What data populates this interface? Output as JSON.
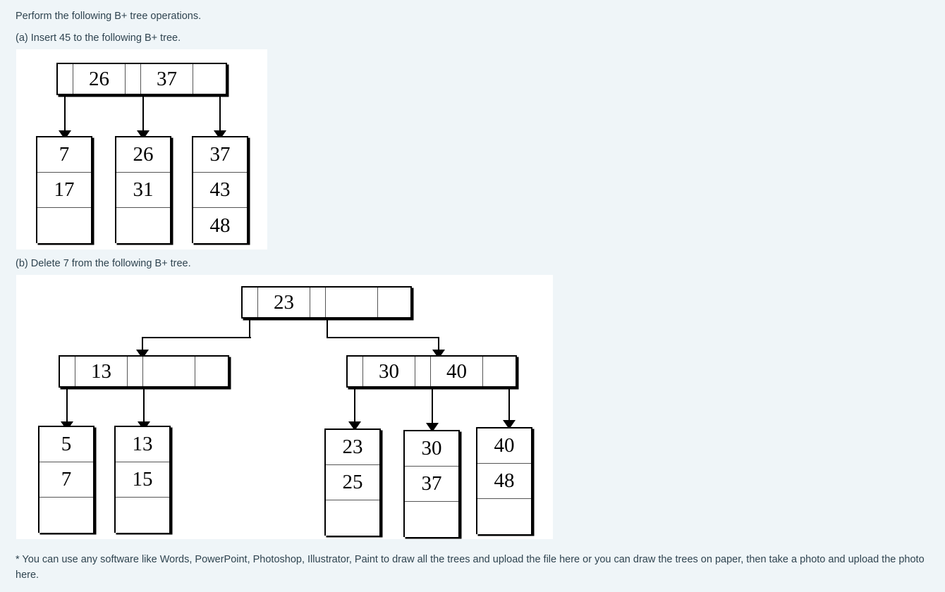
{
  "prompt": {
    "intro": "Perform the following B+ tree operations.",
    "part_a": "(a) Insert 45 to the following B+ tree.",
    "part_b": "(b) Delete 7 from the following B+ tree.",
    "footnote": "* You can use any software like Words, PowerPoint, Photoshop, Illustrator, Paint to draw all the trees and upload the file here or you can draw the trees on paper, then take a photo and upload the photo here."
  },
  "colors": {
    "page_background": "#eff5f8",
    "canvas_background": "#ffffff",
    "ink": "#000000",
    "text": "#2f4450"
  },
  "tree_a": {
    "caption": "(a) Insert 45 to the following B+ tree.",
    "root": {
      "cells": [
        "",
        "26",
        "",
        "37",
        ""
      ],
      "keys": [
        "26",
        "37"
      ]
    },
    "leaves": [
      {
        "rows": [
          "7",
          "17",
          ""
        ]
      },
      {
        "rows": [
          "26",
          "31",
          ""
        ]
      },
      {
        "rows": [
          "37",
          "43",
          "48"
        ]
      }
    ]
  },
  "tree_b": {
    "caption": "(b) Delete 7 from the following B+ tree.",
    "root": {
      "cells": [
        "",
        "23",
        "",
        "",
        ""
      ],
      "keys": [
        "23"
      ]
    },
    "internal": [
      {
        "cells": [
          "",
          "13",
          "",
          "",
          ""
        ],
        "keys": [
          "13"
        ]
      },
      {
        "cells": [
          "",
          "30",
          "",
          "40",
          ""
        ],
        "keys": [
          "30",
          "40"
        ]
      }
    ],
    "leaves_left": [
      {
        "rows": [
          "5",
          "7",
          ""
        ]
      },
      {
        "rows": [
          "13",
          "15",
          ""
        ]
      }
    ],
    "leaves_right": [
      {
        "rows": [
          "23",
          "25",
          ""
        ]
      },
      {
        "rows": [
          "30",
          "37",
          ""
        ]
      },
      {
        "rows": [
          "40",
          "48",
          ""
        ]
      }
    ]
  }
}
